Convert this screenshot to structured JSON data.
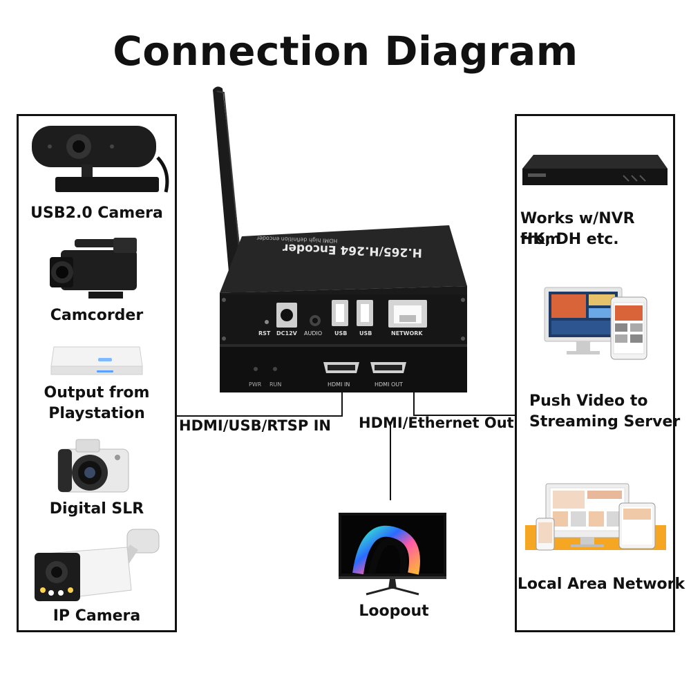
{
  "title": "Connection Diagram",
  "inputs": [
    {
      "label": "USB2.0 Camera",
      "icon": "webcam-icon"
    },
    {
      "label": "Camcorder",
      "icon": "camcorder-icon"
    },
    {
      "label_line1": "Output from",
      "label_line2": "Playstation",
      "icon": "game-console-icon"
    },
    {
      "label": "Digital SLR",
      "icon": "dslr-camera-icon"
    },
    {
      "label": "IP Camera",
      "icon": "ip-camera-icon"
    }
  ],
  "outputs": [
    {
      "label_line1": "Works w/NVR from",
      "label_line2": "HK, DH etc.",
      "icon": "nvr-icon"
    },
    {
      "label_line1": "Push Video to",
      "label_line2": "Streaming Server",
      "icon": "streaming-devices-icon"
    },
    {
      "label": "Local Area Network",
      "icon": "lan-devices-icon"
    }
  ],
  "connections": {
    "input_label": "HDMI/USB/RTSP IN",
    "output_label": "HDMI/Ethernet Out",
    "loopout_label": "Loopout"
  },
  "device": {
    "top_label": "H.265/H.264 Encoder",
    "top_sublabel": "HDMI high definition encoder",
    "ports_back": [
      "RST",
      "DC12V",
      "AUDIO",
      "USB",
      "USB",
      "NETWORK"
    ],
    "ports_front": [
      "PWR",
      "RUN",
      "HDMI IN",
      "HDMI OUT"
    ]
  },
  "colors": {
    "frame": "#111111",
    "device_body": "#1c1c1c",
    "accent_orange": "#f5a623"
  }
}
